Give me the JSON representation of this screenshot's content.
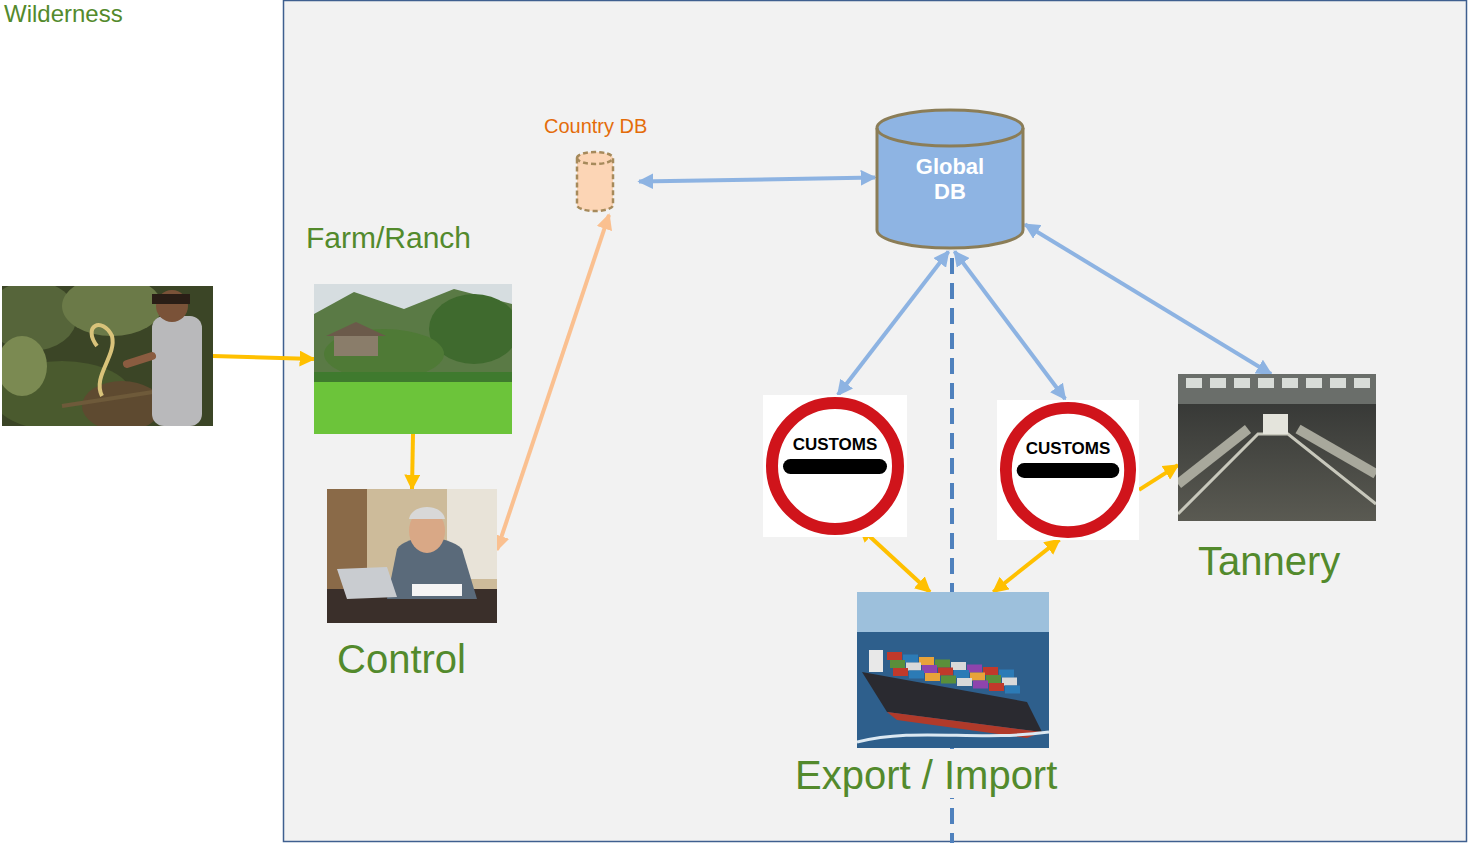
{
  "diagram": {
    "nodes": [
      {
        "text": [
          "Wilderness"
        ]
      },
      {
        "text": [
          "Country DB"
        ]
      },
      {
        "text": [
          "Global DB"
        ]
      },
      {
        "text": [
          "Farm/Ranch"
        ]
      },
      {
        "text": [
          "Control"
        ]
      },
      {
        "text": [
          "CUSTOMS"
        ]
      },
      {
        "text": [
          "CUSTOMS"
        ]
      },
      {
        "text": [
          "Tannery"
        ]
      },
      {
        "text": [
          "Export / Import"
        ]
      }
    ],
    "edges": [
      {
        "from": 0,
        "to": 3,
        "arrow": "to"
      },
      {
        "from": 3,
        "to": 4,
        "arrow": "to"
      },
      {
        "from": 4,
        "to": 1,
        "arrow": "both"
      },
      {
        "from": 1,
        "to": 2,
        "arrow": "both"
      },
      {
        "from": 2,
        "to": 5,
        "arrow": "both"
      },
      {
        "from": 2,
        "to": 6,
        "arrow": "both"
      },
      {
        "from": 2,
        "to": 7,
        "arrow": "both"
      },
      {
        "from": 5,
        "to": 8,
        "arrow": "both"
      },
      {
        "from": 8,
        "to": 6,
        "arrow": "both"
      },
      {
        "from": 6,
        "to": 7,
        "arrow": "to"
      }
    ]
  }
}
